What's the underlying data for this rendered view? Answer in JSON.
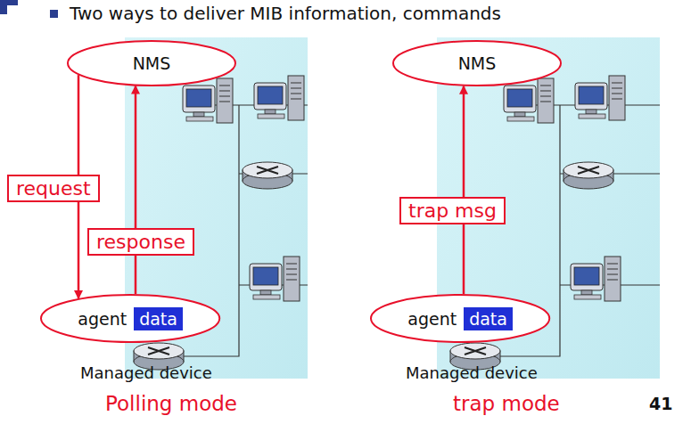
{
  "diagram": {
    "title": "Two ways to deliver MIB information, commands",
    "nodes": [
      {
        "text": [
          "NMS"
        ]
      },
      {
        "text": [
          "agent",
          "data"
        ]
      },
      {
        "text": [
          "NMS"
        ]
      },
      {
        "text": [
          "agent",
          "data"
        ]
      }
    ],
    "edges": [
      {
        "from": 0,
        "to": 1,
        "arrow": "to",
        "label": "request"
      },
      {
        "from": 1,
        "to": 0,
        "arrow": "to",
        "label": "response"
      },
      {
        "from": 3,
        "to": 2,
        "arrow": "to",
        "label": "trap msg"
      }
    ],
    "labels": [
      "Managed device",
      "Managed device",
      "Polling mode",
      "trap mode",
      "41"
    ]
  }
}
